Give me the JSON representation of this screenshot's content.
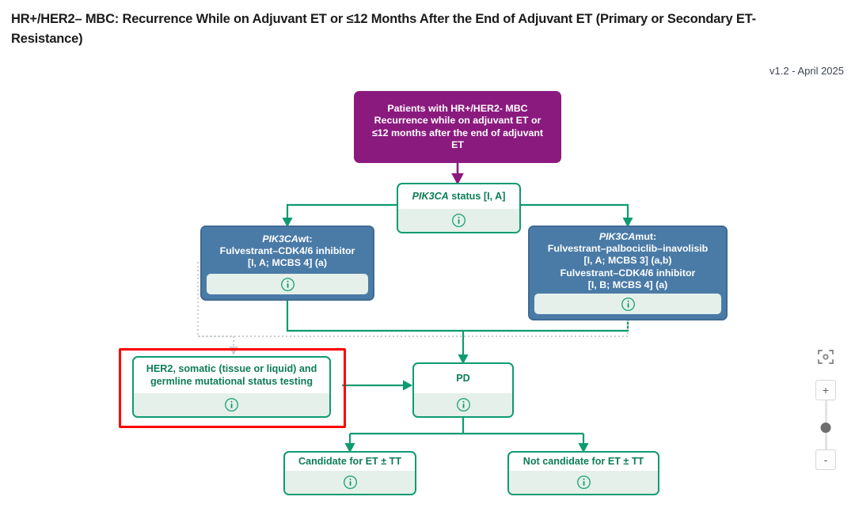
{
  "header": {
    "title": "HR+/HER2– MBC: Recurrence While on Adjuvant ET or ≤12 Months After the End of Adjuvant ET (Primary or Secondary ET-Resistance)",
    "version": "v1.2 - April 2025"
  },
  "nodes": {
    "root": {
      "line1": "Patients with HR+/HER2- MBC",
      "line2": "Recurrence while on adjuvant ET or",
      "line3": "≤12 months after the end of adjuvant",
      "line4": "ET"
    },
    "pik3ca_status": {
      "gene": "PIK3CA",
      "rest": " status [I, A]",
      "info_icon": "info-icon"
    },
    "pik3ca_wt": {
      "gene": "PIK3CA",
      "gene_suffix": "wt:",
      "line2": "Fulvestrant–CDK4/6 inhibitor",
      "line3": "[I, A; MCBS 4] (a)",
      "info_icon": "info-icon"
    },
    "pik3ca_mut": {
      "gene": "PIK3CA",
      "gene_suffix": "mut:",
      "line2": "Fulvestrant–palbociclib–inavolisib",
      "line3": "[I, A; MCBS 3] (a,b)",
      "line4": "Fulvestrant–CDK4/6 inhibitor",
      "line5": "[I, B; MCBS 4] (a)",
      "info_icon": "info-icon"
    },
    "her2_testing": {
      "line1": "HER2, somatic (tissue or liquid) and",
      "line2": "germline mutational status testing",
      "info_icon": "info-icon"
    },
    "pd": {
      "label": "PD",
      "info_icon": "info-icon"
    },
    "candidate": {
      "label": "Candidate for ET ± TT",
      "info_icon": "info-icon"
    },
    "not_candidate": {
      "label": "Not candidate for ET ± TT",
      "info_icon": "info-icon"
    }
  },
  "zoom_controls": {
    "fit_view_icon": "fit-view-icon",
    "zoom_in_label": "+",
    "zoom_out_label": "-"
  },
  "colors": {
    "purple": "#8B1A7F",
    "green": "#0E9B72",
    "green_text": "#0E7C58",
    "blue": "#4A7BA7",
    "highlight_red": "#FF0000",
    "info_bar": "#E4F0E9"
  }
}
